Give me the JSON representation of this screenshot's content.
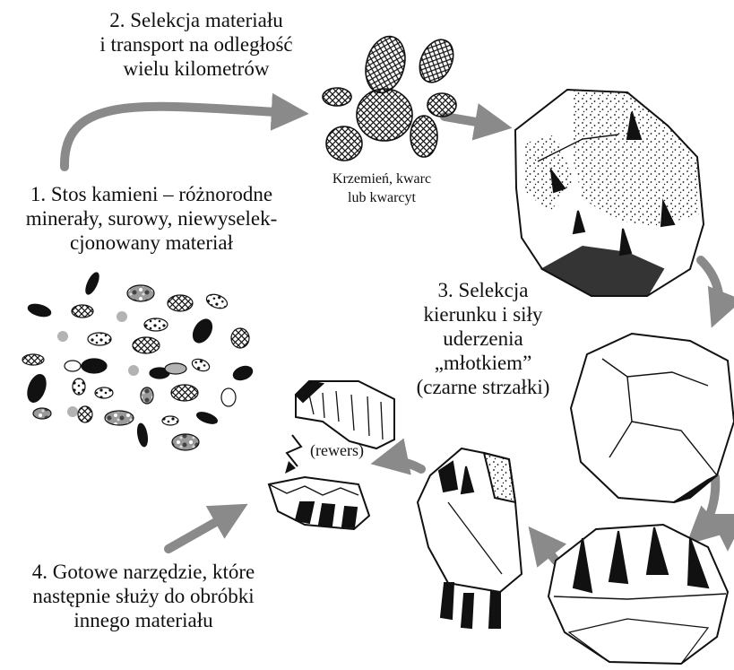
{
  "labels": {
    "step2": [
      "2. Selekcja materiału",
      "i transport na odległość",
      "wielu kilometrów"
    ],
    "quartz": [
      "Krzemień, kwarc",
      "lub kwarcyt"
    ],
    "step1": [
      "1. Stos kamieni – różnorodne",
      "minerały, surowy, niewyselek-",
      "cjonowany materiał"
    ],
    "step3": [
      "3. Selekcja",
      "kierunku i siły",
      "uderzenia",
      "„młotkiem”",
      "(czarne strzałki)"
    ],
    "reverse": "(rewers)",
    "step4": [
      "4. Gotowe narzędzie, które",
      "następnie służy do obróbki",
      "innego materiału"
    ]
  },
  "colors": {
    "arrow": "#8a8a8a",
    "ink": "#111111",
    "light_pebble": "#b3b3b3",
    "background": "#ffffff"
  }
}
